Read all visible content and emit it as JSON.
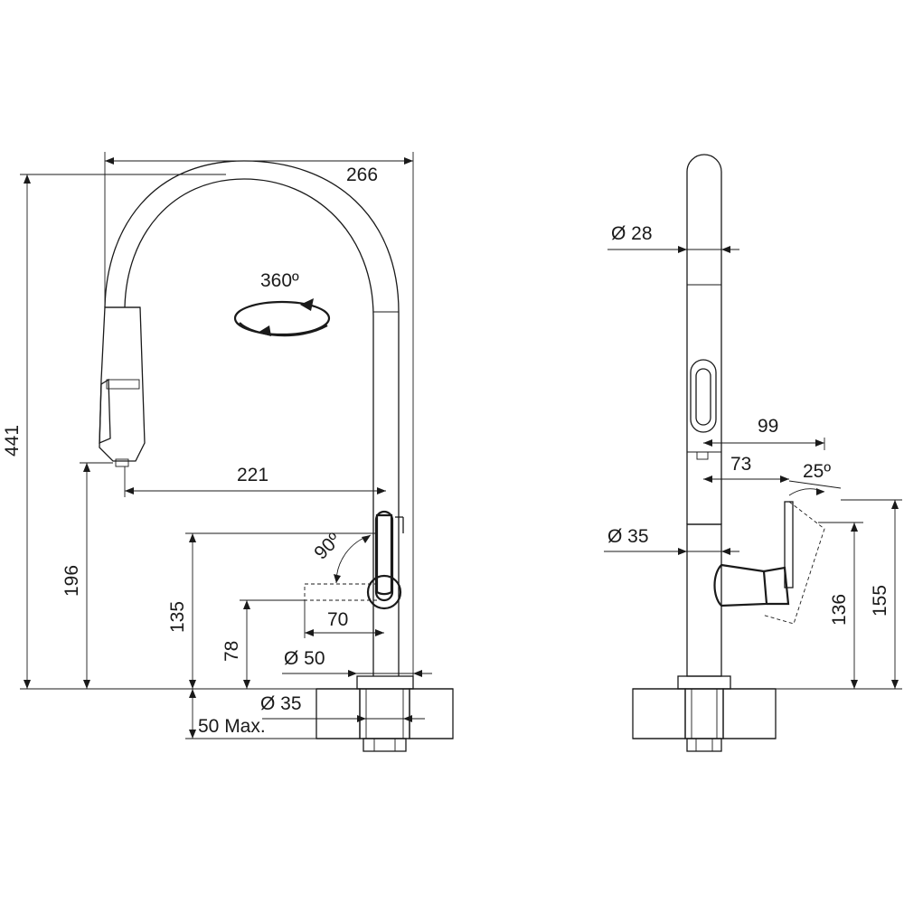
{
  "front_view": {
    "width_total": "266",
    "height_total": "441",
    "spout_reach": "221",
    "spout_height": "196",
    "lever_height": "135",
    "lever_base_height": "78",
    "lever_swing": "90º",
    "lever_travel": "70",
    "body_diameter": "Ø 50",
    "shank_diameter": "Ø 35",
    "max_counter_thickness": "50 Max.",
    "rotation": "360º"
  },
  "side_view": {
    "spout_diameter": "Ø 28",
    "body_diameter": "Ø 35",
    "lever_reach": "99",
    "lever_offset": "73",
    "lever_angle": "25º",
    "lever_height": "136",
    "lever_top_height": "155"
  }
}
